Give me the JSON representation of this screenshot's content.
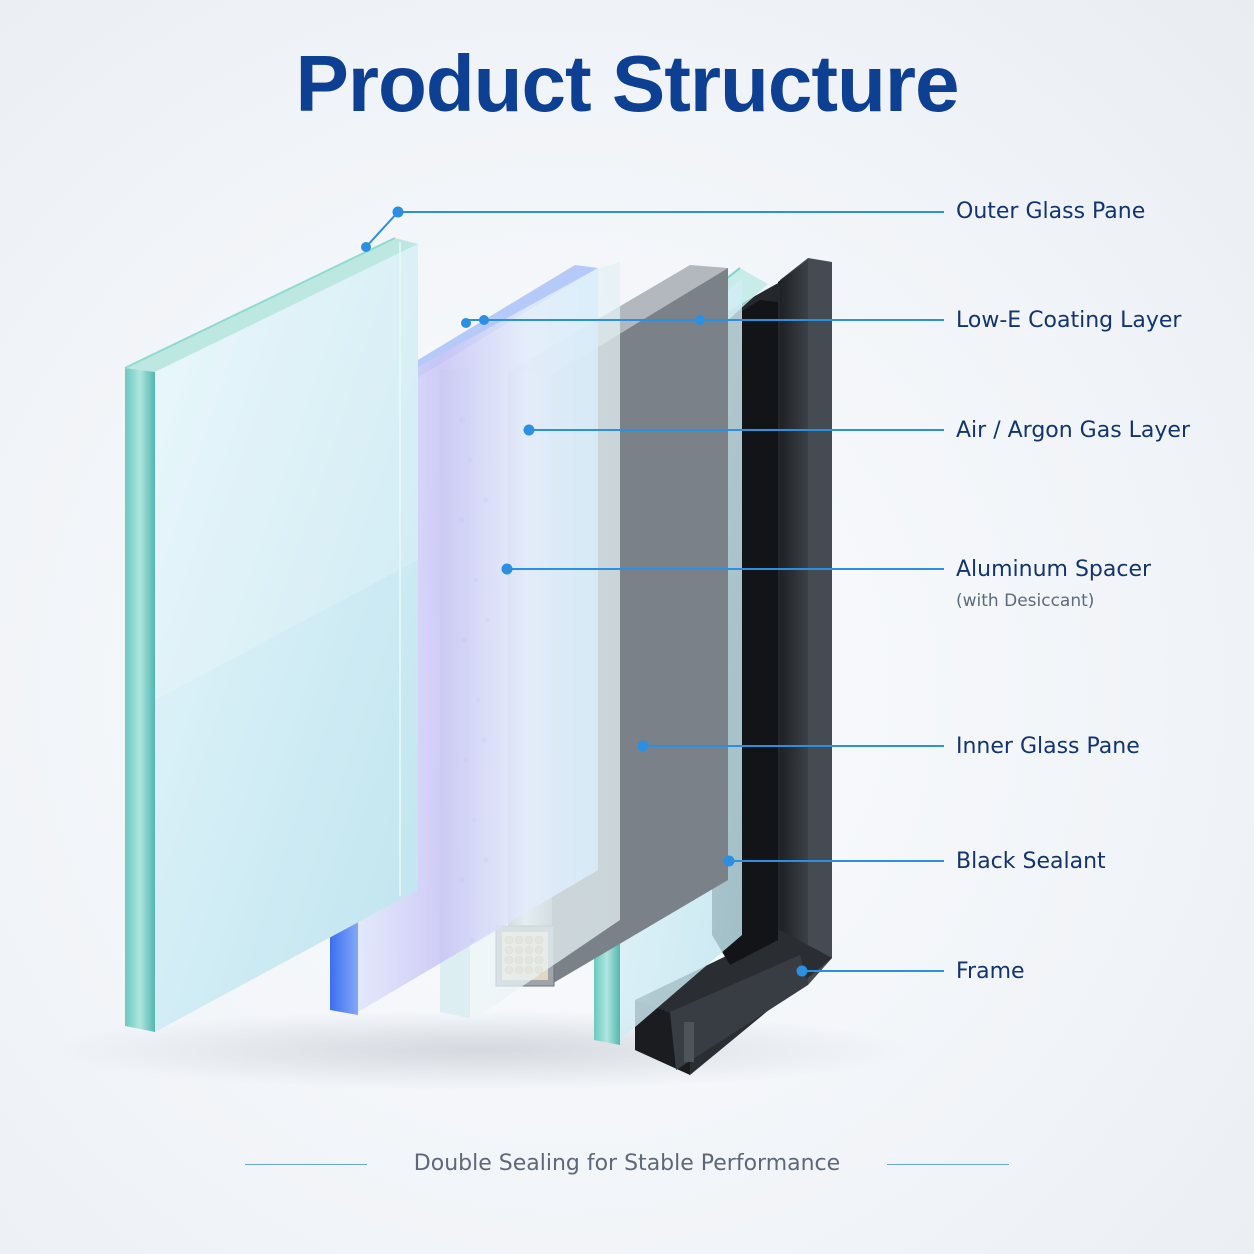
{
  "title": "Product Structure",
  "labels": {
    "outer_glass": "Outer Glass Pane",
    "low_e": "Low-E Coating Layer",
    "gas_layer": "Air / Argon Gas Layer",
    "spacer": "Aluminum Spacer",
    "spacer_note": "(with Desiccant)",
    "inner_glass": "Inner Glass Pane",
    "sealant": "Black Sealant",
    "frame": "Frame"
  },
  "footer": "Double Sealing for Stable Performance",
  "colors": {
    "title": "#0d3f93",
    "callout_line": "#2b8fe2",
    "label_text": "#12356f",
    "glass_edge": "#4fb3ae",
    "frame": "#2c3035"
  }
}
